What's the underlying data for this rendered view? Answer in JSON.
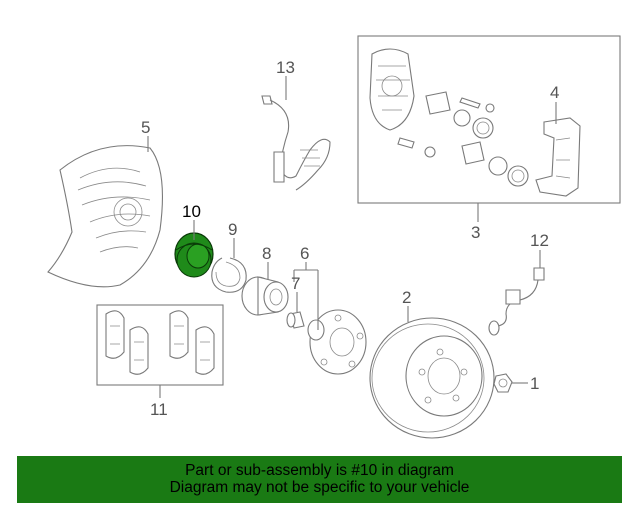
{
  "parts": [
    {
      "number": "1"
    },
    {
      "number": "2"
    },
    {
      "number": "3"
    },
    {
      "number": "4"
    },
    {
      "number": "5"
    },
    {
      "number": "6"
    },
    {
      "number": "7"
    },
    {
      "number": "8"
    },
    {
      "number": "9"
    },
    {
      "number": "10",
      "highlighted": true
    },
    {
      "number": "11"
    },
    {
      "number": "12"
    },
    {
      "number": "13"
    }
  ],
  "banner": {
    "line1": "Part or sub-assembly is #10 in diagram",
    "line2": "Diagram may not be specific to your vehicle"
  },
  "colors": {
    "highlight": "#1f8a1a",
    "banner_bg": "#1a7a14",
    "line": "#7a7a7a"
  }
}
